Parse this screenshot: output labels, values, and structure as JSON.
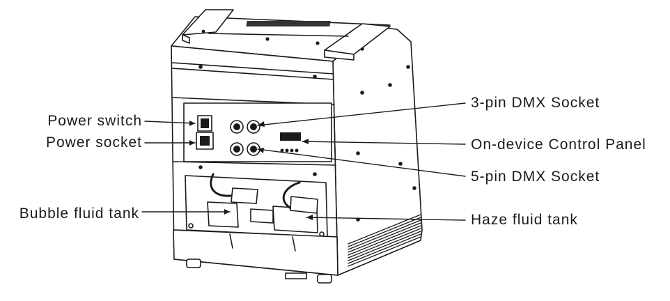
{
  "labels": {
    "power_switch": "Power switch",
    "power_socket": "Power socket",
    "bubble_fluid_tank": "Bubble fluid tank",
    "dmx_3pin": "3-pin DMX Socket",
    "control_panel": "On-device Control Panel",
    "dmx_5pin": "5-pin DMX Socket",
    "haze_fluid_tank": "Haze fluid tank"
  }
}
